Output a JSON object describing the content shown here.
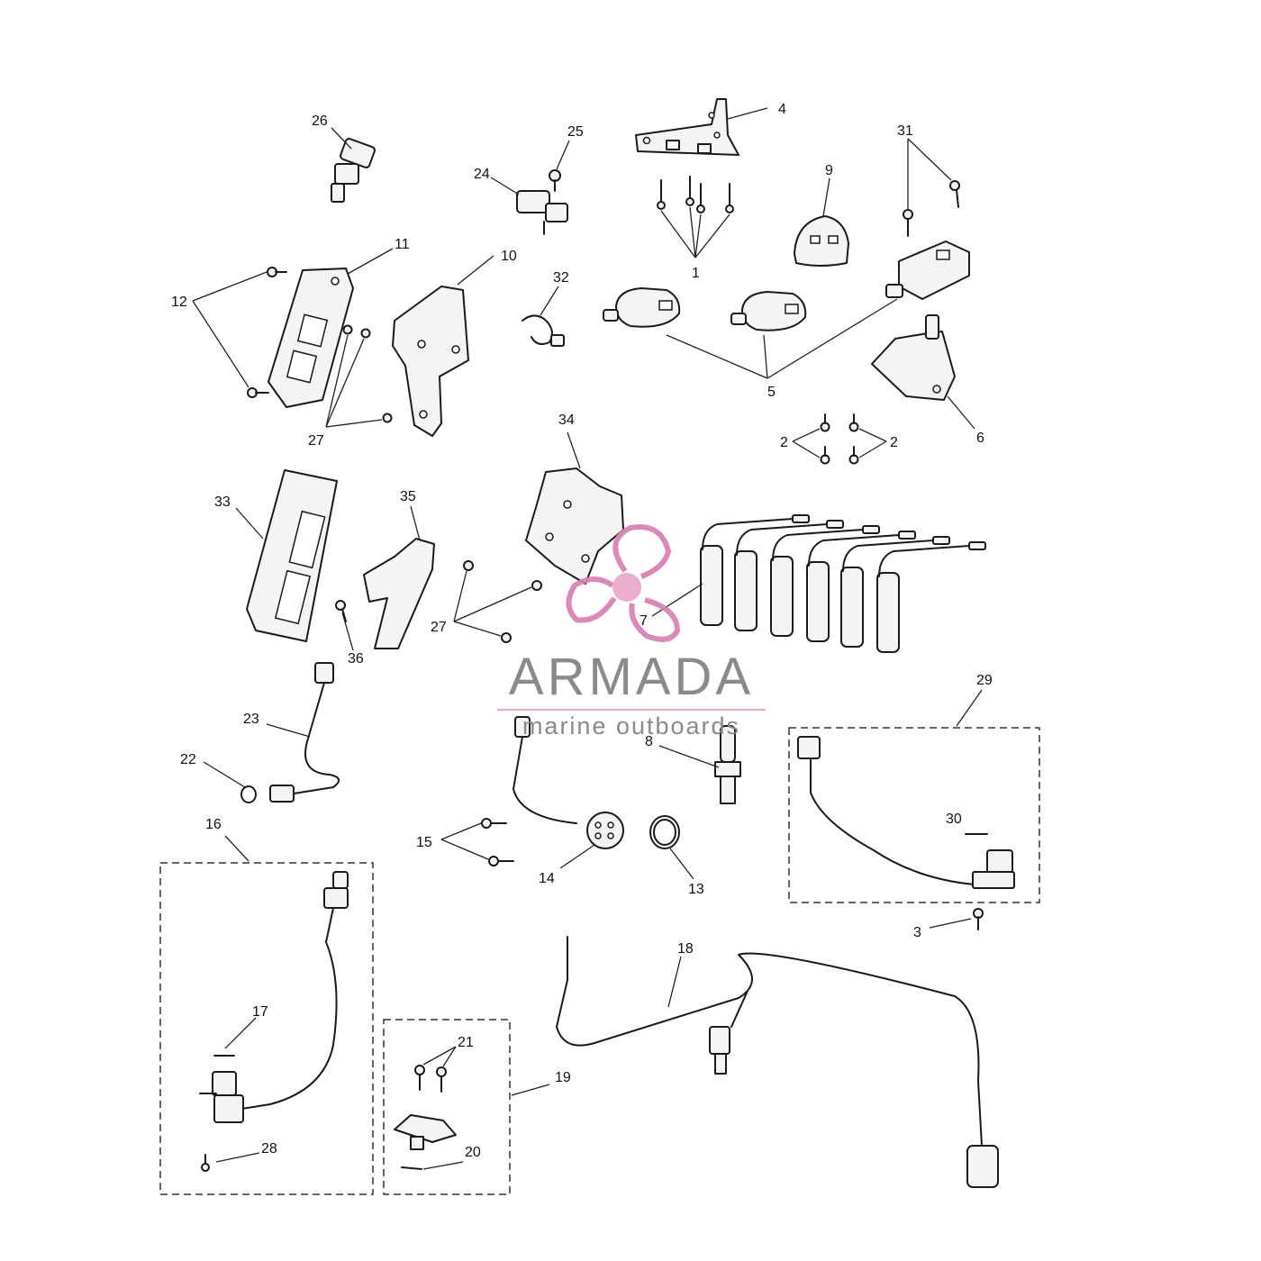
{
  "labels": [
    "1",
    "2",
    "3",
    "4",
    "5",
    "6",
    "7",
    "8",
    "9",
    "10",
    "11",
    "12",
    "13",
    "14",
    "15",
    "16",
    "17",
    "18",
    "19",
    "20",
    "21",
    "22",
    "23",
    "24",
    "25",
    "26",
    "27",
    "28",
    "29",
    "30",
    "31",
    "32",
    "33",
    "34",
    "35",
    "36"
  ],
  "logo": {
    "name": "ARMADA",
    "tagline": "marine outboards",
    "colors": {
      "pink": "#e9a9c9",
      "pink_dark": "#d97fb0",
      "gray": "#8a8a8a"
    }
  }
}
